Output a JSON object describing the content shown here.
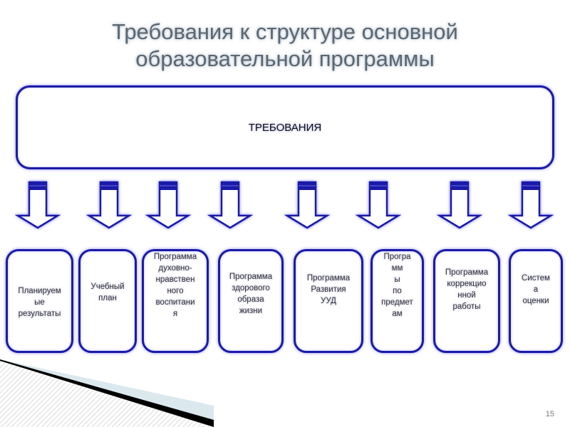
{
  "slide": {
    "title_line1": "Требования к структуре основной",
    "title_line2": "образовательной программы",
    "requirements_label": "ТРЕБОВАНИЯ",
    "page_number": "15",
    "accent_color": "#1a1aa8"
  },
  "items": [
    {
      "label": "Планируем\nые\nрезультаты"
    },
    {
      "label": "Учебный\nплан"
    },
    {
      "label": "Программа\nдуховно-\nнравствен\nного\nвоспитани\nя"
    },
    {
      "label": "Программа\nздорового\nобраза\nжизни"
    },
    {
      "label": "Программа\nРазвития\nУУД"
    },
    {
      "label": "Програ\nмм\nы\nпо\nпредмет\nам"
    },
    {
      "label": "Программа\nкоррекцио\nнной\nработы"
    },
    {
      "label": "Систем\nа\nоценки"
    }
  ]
}
